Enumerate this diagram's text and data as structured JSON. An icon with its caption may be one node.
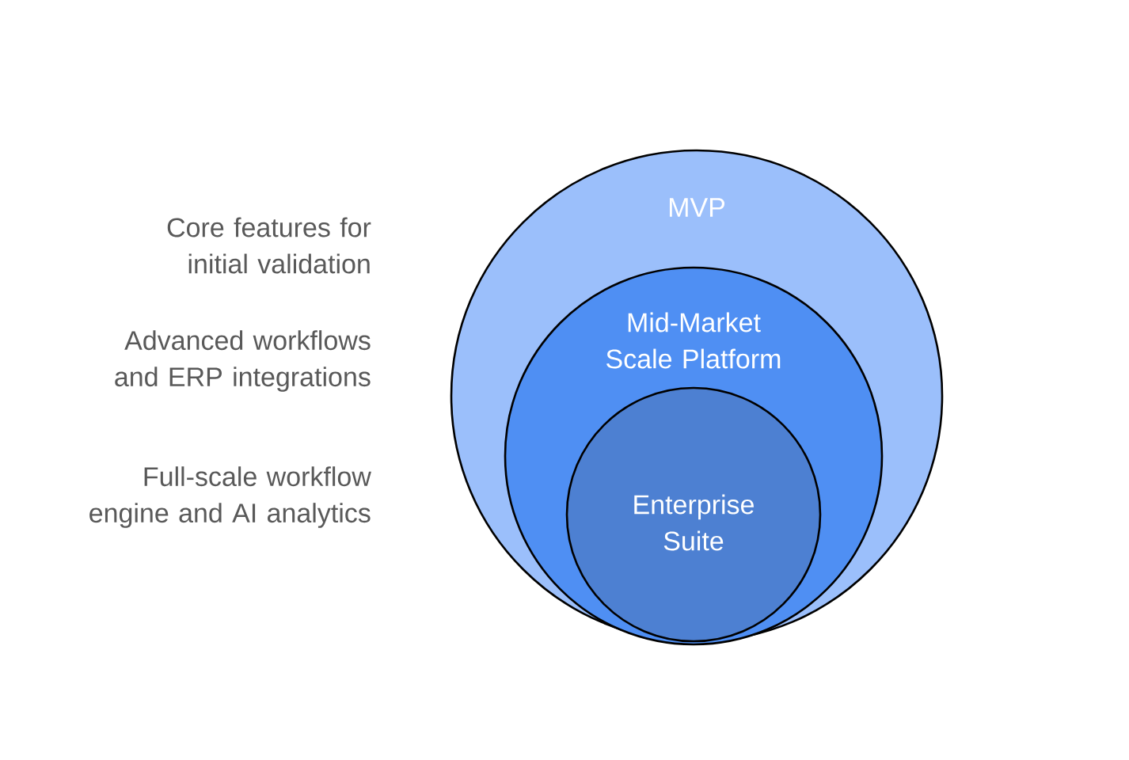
{
  "diagram": {
    "nodes": [
      {
        "text": [
          "MVP"
        ]
      },
      {
        "text": [
          "Mid-Market Scale Platform"
        ],
        "in": 0
      },
      {
        "text": [
          "Enterprise Suite"
        ],
        "in": 1
      }
    ],
    "labels": [
      "Core features for initial validation",
      "Advanced workflows and ERP integrations",
      "Full-scale workflow engine and AI analytics"
    ]
  }
}
